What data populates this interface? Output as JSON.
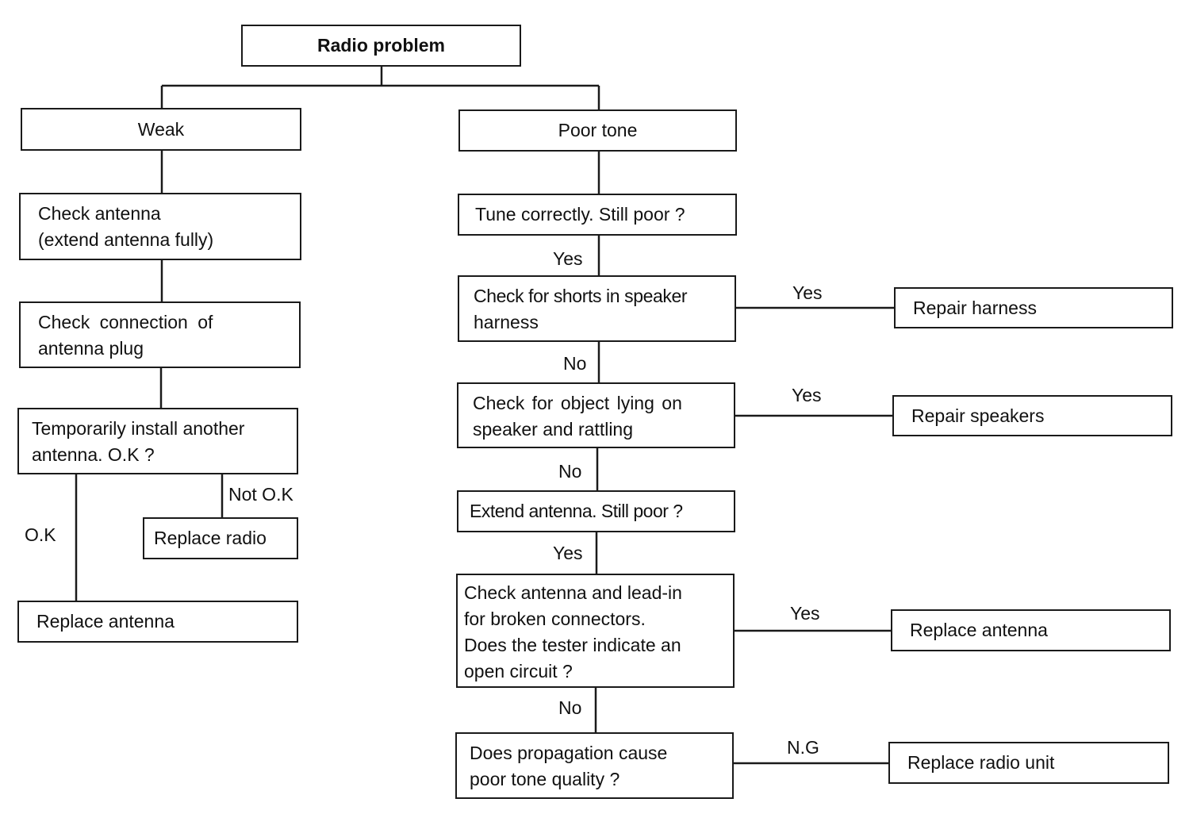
{
  "title": "Radio problem",
  "weak_branch": {
    "header": "Weak",
    "step1": [
      "Check antenna",
      "(extend antenna fully)"
    ],
    "step2": [
      "Check connection of",
      "antenna plug"
    ],
    "step3": [
      "Temporarily install another",
      "antenna. O.K ?"
    ],
    "not_ok_label": "Not O.K",
    "ok_label": "O.K",
    "replace_radio": "Replace radio",
    "replace_antenna": "Replace antenna"
  },
  "tone_branch": {
    "header": "Poor tone",
    "step1": "Tune correctly. Still poor ?",
    "step1_yes": "Yes",
    "step2": [
      "Check for shorts in speaker",
      "harness"
    ],
    "step2_yes": "Yes",
    "step2_no": "No",
    "repair_harness": "Repair harness",
    "step3": [
      "Check for object lying on",
      "speaker and rattling"
    ],
    "step3_yes": "Yes",
    "step3_no": "No",
    "repair_speakers": "Repair speakers",
    "step4": "Extend antenna. Still poor ?",
    "step4_yes": "Yes",
    "step5": [
      "Check antenna and lead-in",
      "for broken connectors.",
      "Does the tester indicate an",
      "open circuit ?"
    ],
    "step5_yes": "Yes",
    "step5_no": "No",
    "replace_antenna": "Replace antenna",
    "step6": [
      "Does propagation cause",
      "poor tone quality ?"
    ],
    "step6_ng": "N.G",
    "replace_radio_unit": "Replace radio unit"
  }
}
